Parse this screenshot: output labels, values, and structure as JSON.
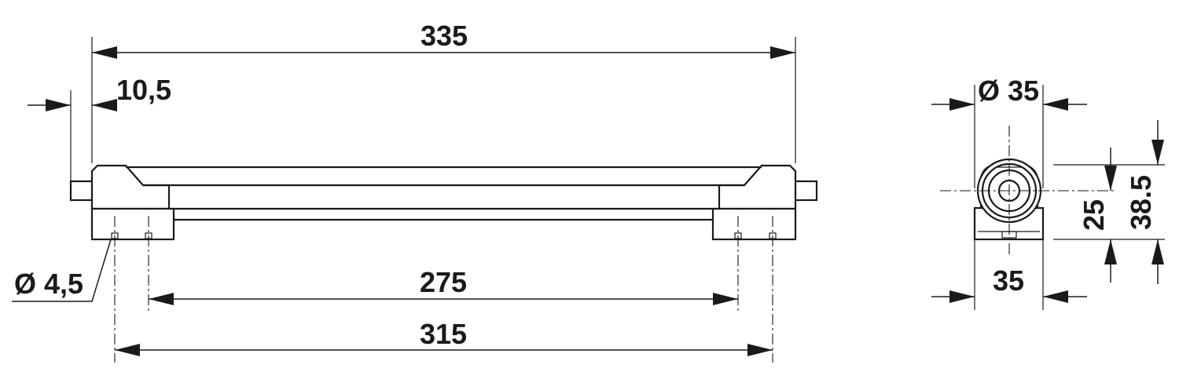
{
  "dimensions": {
    "overall_length": "335",
    "end_offset": "10,5",
    "hole_diameter": "Ø 4,5",
    "hole_spacing_inner": "275",
    "hole_spacing_outer": "315",
    "bar_diameter": "Ø 35",
    "base_width": "35",
    "axis_height": "25",
    "total_height": "38.5"
  }
}
